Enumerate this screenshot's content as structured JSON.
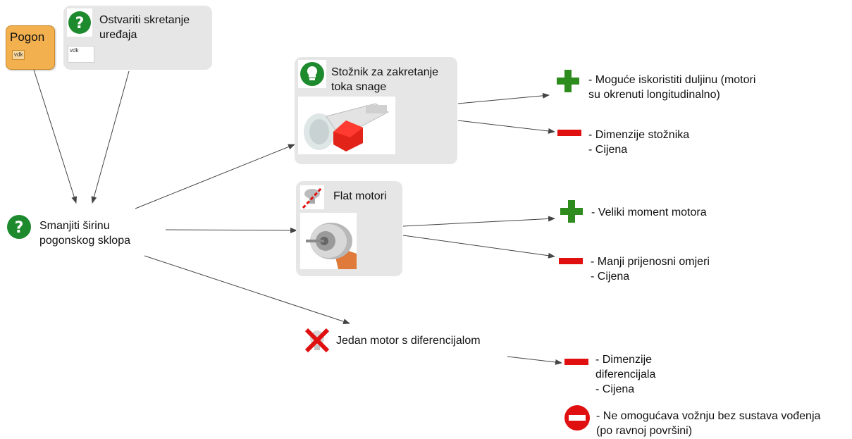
{
  "nodes": {
    "pogon": {
      "label": "Pogon",
      "tag": "vdk",
      "color": "#f2b04f"
    },
    "ostvariti": {
      "label": "Ostvariti skretanje\nuređaja",
      "tag": "vdk",
      "icon": "question-icon"
    },
    "smanjiti": {
      "label": "Smanjiti širinu\npogonskog sklopa",
      "icon": "question-icon"
    },
    "stoznik": {
      "label": "Stožnik za zakretanje\ntoka snage",
      "icon": "lightbulb-icon"
    },
    "flat": {
      "label": "Flat motori",
      "icon": "crossed-lamp-icon"
    },
    "jedan": {
      "label": "Jedan motor s diferencijalom",
      "icon": "rejected-idea-icon"
    }
  },
  "notes": {
    "stoznik_pro": "- Moguće iskoristiti duljinu (motori\nsu okrenuti longitudinalno)",
    "stoznik_con": "- Dimenzije stožnika\n- Cijena",
    "flat_pro": "- Veliki moment motora",
    "flat_con": "- Manji prijenosni omjeri\n- Cijena",
    "jedan_con": "- Dimenzije\ndiferencijala\n- Cijena",
    "jedan_block": "- Ne omogućava vožnju bez sustava vođenja\n(po ravnoj površini)"
  },
  "colors": {
    "pro": "#2e8b1e",
    "con": "#e01010",
    "question": "#1e8a2e",
    "card": "#e6e6e6",
    "wire": "#444444"
  }
}
